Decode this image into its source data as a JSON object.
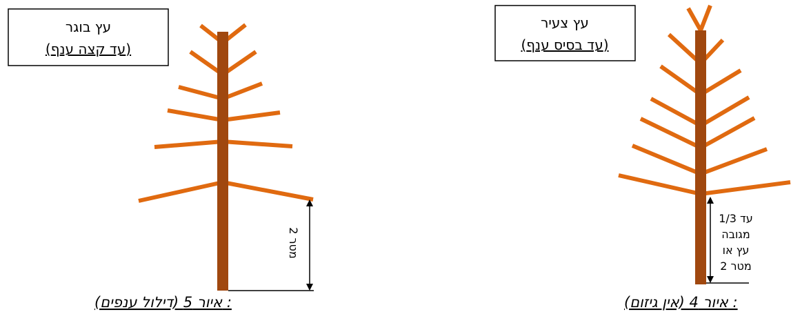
{
  "colors": {
    "trunk": "#A0480F",
    "branch": "#E06A10",
    "line": "#000000"
  },
  "mature_tree": {
    "label_line1": "עץ בוגר",
    "label_line2": "(עד קצה ענף)",
    "measure_label": "2 מטר",
    "caption": "איור 5 (דילול ענפים) :"
  },
  "young_tree": {
    "label_line1": "עץ צעיר",
    "label_line2": "(עד בסיס ענף)",
    "measure_line1": "עד 1/3",
    "measure_line2": "מגובה",
    "measure_line3": "עץ או",
    "measure_line4": "2 מטר",
    "caption": "איור 4 (אין גיזום) :"
  }
}
